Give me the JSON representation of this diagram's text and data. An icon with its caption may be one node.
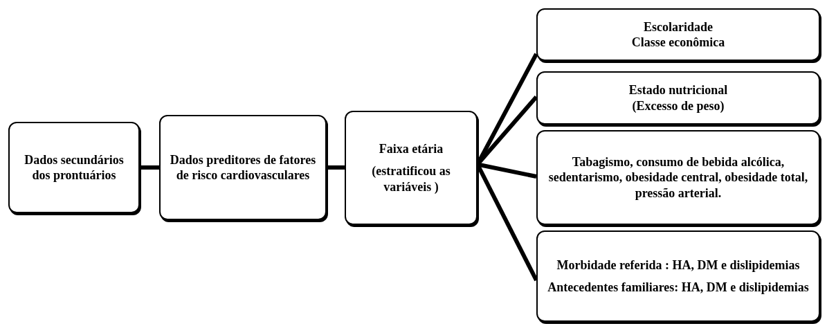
{
  "diagram": {
    "nodes": [
      {
        "text": [
          "Dados secundários dos prontuários"
        ]
      },
      {
        "text": [
          "Dados preditores de fatores de risco cardiovasculares"
        ]
      },
      {
        "text": [
          "Faixa etária",
          "(estratificou as variáveis )"
        ]
      },
      {
        "text": [
          "Escolaridade",
          "Classe econômica"
        ]
      },
      {
        "text": [
          "Estado nutricional",
          "(Excesso de peso)"
        ]
      },
      {
        "text": [
          "Tabagismo, consumo de bebida alcólica, sedentarismo, obesidade central, obesidade total, pressão arterial."
        ]
      },
      {
        "text": [
          "Morbidade referida : HA, DM e dislipidemias",
          "Antecedentes familiares: HA, DM e dislipidemias"
        ]
      }
    ],
    "edges": [
      {
        "from": 0,
        "to": 1,
        "arrow": "none"
      },
      {
        "from": 1,
        "to": 2,
        "arrow": "none"
      },
      {
        "from": 2,
        "to": 3,
        "arrow": "none"
      },
      {
        "from": 2,
        "to": 4,
        "arrow": "none"
      },
      {
        "from": 2,
        "to": 5,
        "arrow": "none"
      },
      {
        "from": 2,
        "to": 6,
        "arrow": "none"
      }
    ]
  }
}
